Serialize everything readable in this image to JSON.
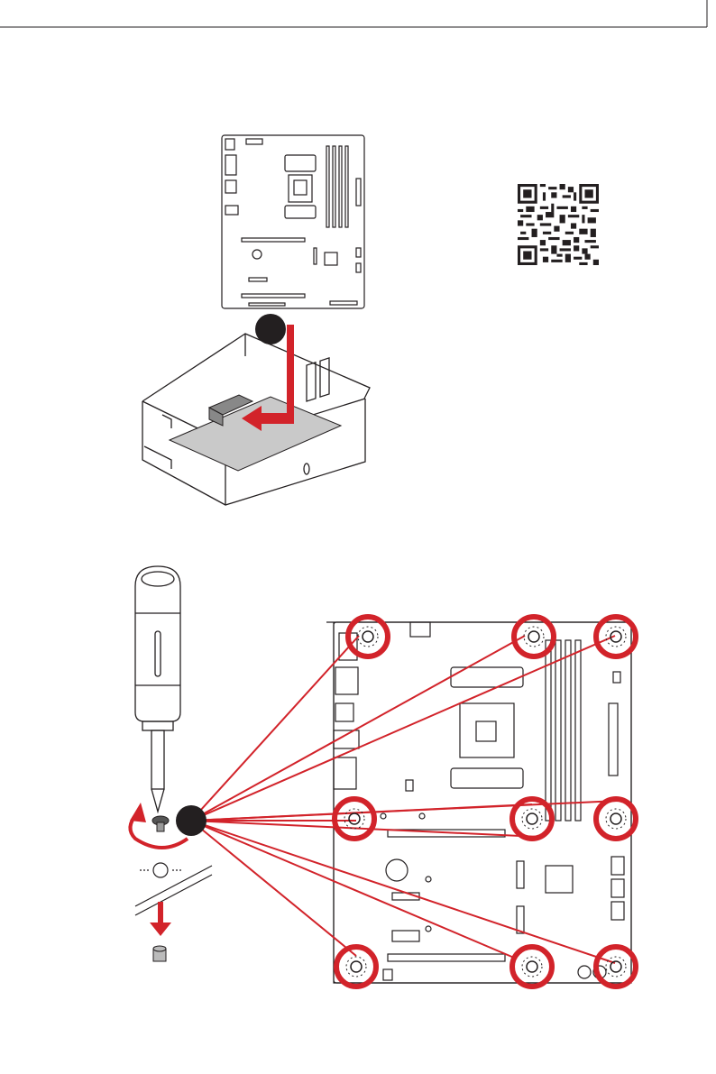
{
  "page": {
    "colors": {
      "accent": "#d2232a",
      "line": "#231f20",
      "background": "#ffffff"
    }
  },
  "step1": {
    "badge_label": "",
    "illustration": "motherboard-install-into-case"
  },
  "qr": {
    "icon": "qr-code"
  },
  "step2": {
    "badge_label": "",
    "illustration": "screw-motherboard-standoffs",
    "screw_hole_count": 9
  }
}
